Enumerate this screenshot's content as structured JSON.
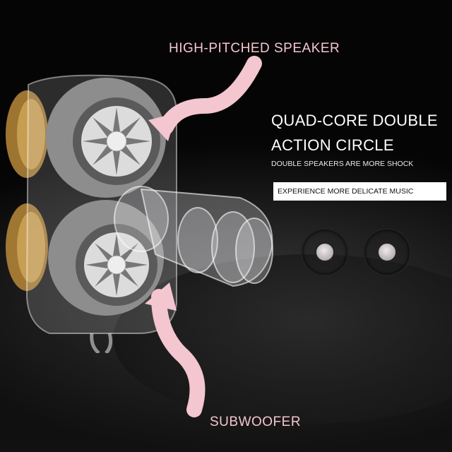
{
  "labels": {
    "high_pitched": "HIGH-PITCHED SPEAKER",
    "subwoofer": "SUBWOOFER"
  },
  "headline": {
    "line1": "QUAD-CORE DOUBLE",
    "line2": "ACTION CIRCLE",
    "subtitle": "DOUBLE SPEAKERS ARE MORE SHOCK",
    "box_text": "EXPERIENCE MORE DELICATE MUSIC"
  },
  "colors": {
    "pink_accent": "#f4c6cf",
    "background": "#0a0a0a",
    "headline_text": "#ffffff",
    "box_bg": "#ffffff"
  },
  "illustration": {
    "subject": "earphone-dual-driver",
    "drivers_shown": 2
  }
}
